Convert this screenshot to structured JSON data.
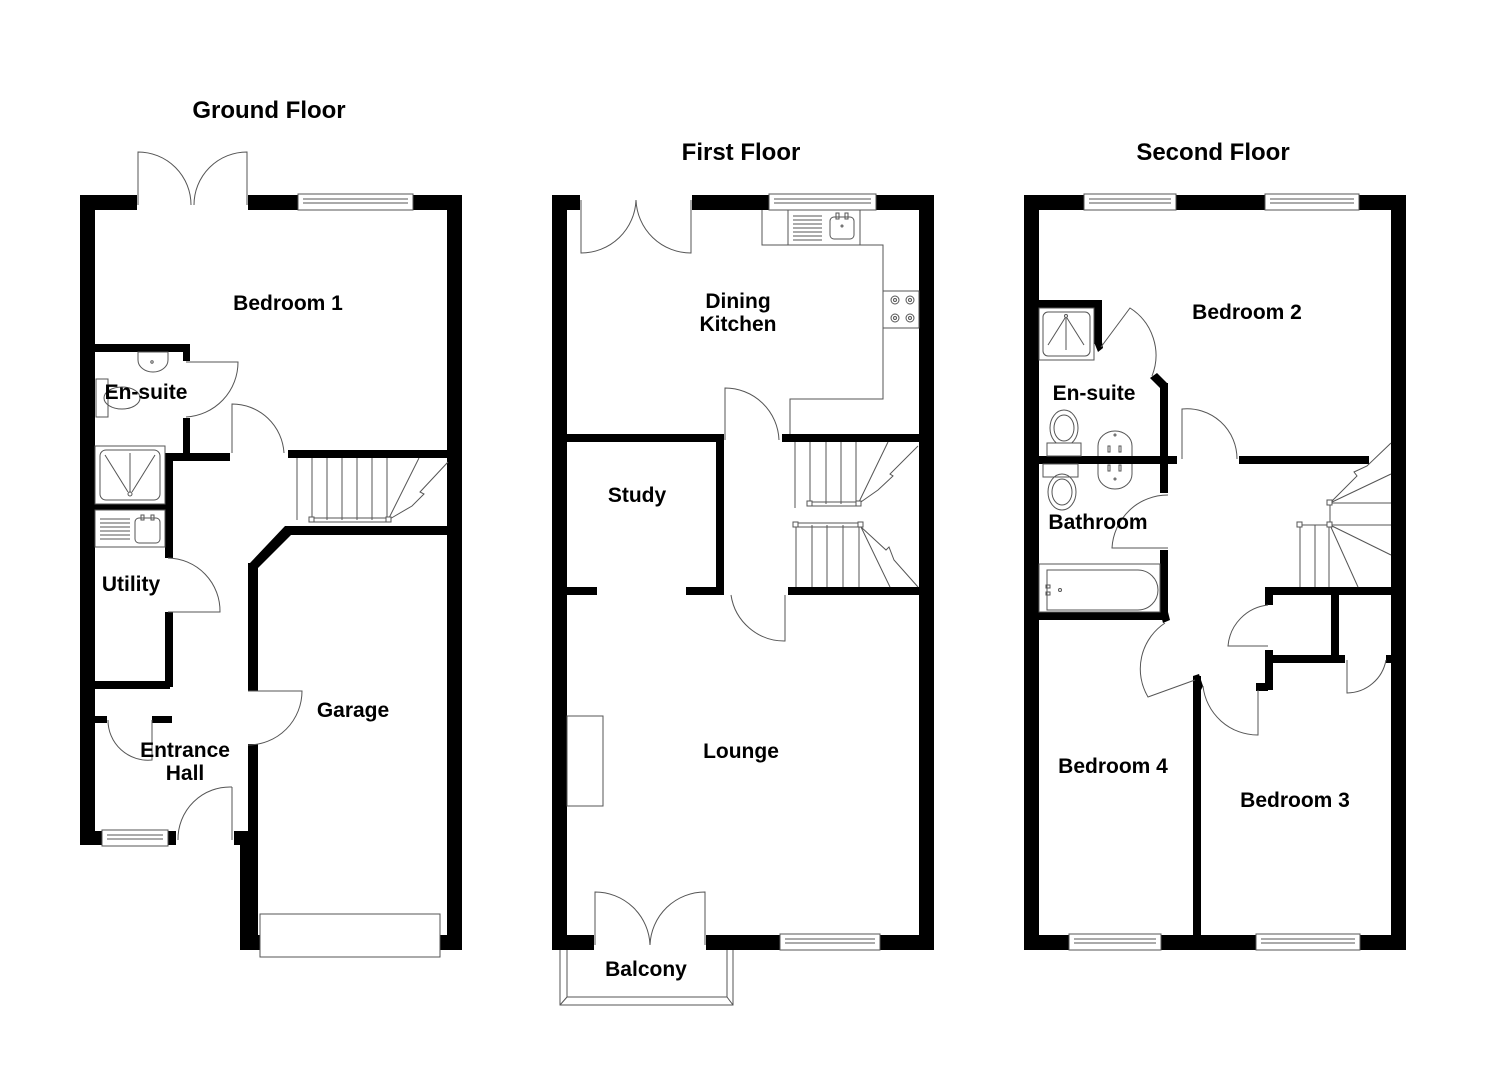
{
  "floors": [
    {
      "title": "Ground Floor",
      "rooms": {
        "bedroom1": "Bedroom 1",
        "ensuite": "En-suite",
        "utility": "Utility",
        "entrance_hall_line1": "Entrance",
        "entrance_hall_line2": "Hall",
        "garage": "Garage"
      }
    },
    {
      "title": "First Floor",
      "rooms": {
        "dining_kitchen_line1": "Dining",
        "dining_kitchen_line2": "Kitchen",
        "study": "Study",
        "lounge": "Lounge",
        "balcony": "Balcony"
      }
    },
    {
      "title": "Second Floor",
      "rooms": {
        "bedroom2": "Bedroom 2",
        "ensuite": "En-suite",
        "bathroom": "Bathroom",
        "bedroom4": "Bedroom 4",
        "bedroom3": "Bedroom 3"
      }
    }
  ],
  "colors": {
    "wall": "#000000",
    "fixture_line": "#555555",
    "background": "#ffffff"
  }
}
